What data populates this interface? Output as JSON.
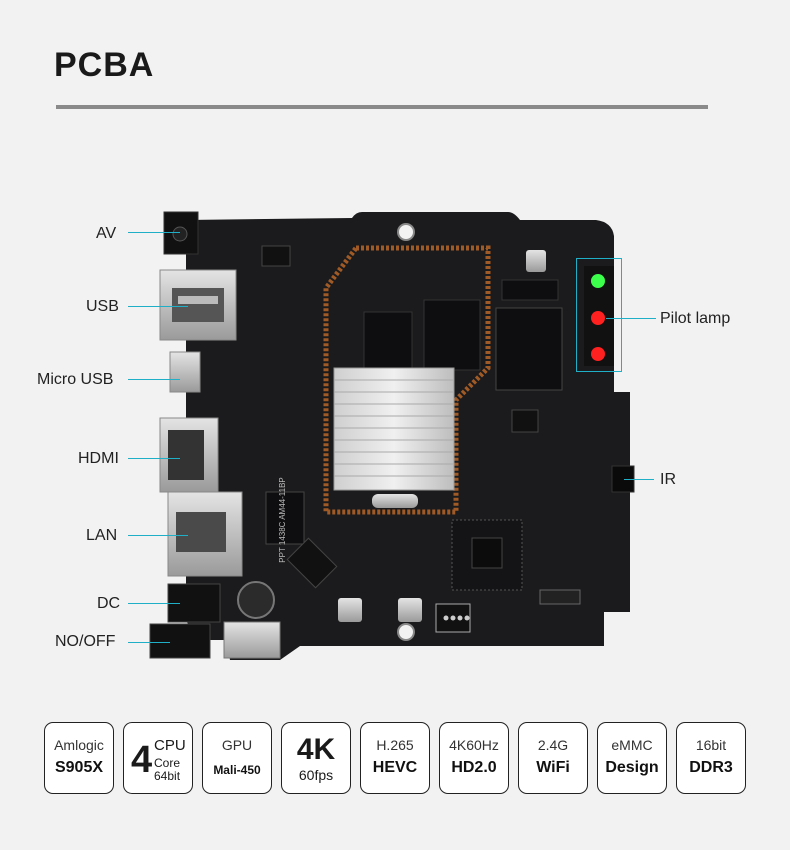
{
  "title": "PCBA",
  "labels": {
    "av": "AV",
    "usb": "USB",
    "micro_usb": "Micro USB",
    "hdmi": "HDMI",
    "lan": "LAN",
    "dc": "DC",
    "no_off": "NO/OFF",
    "pilot_lamp": "Pilot lamp",
    "ir": "IR"
  },
  "board_text": {
    "chip_label": "PPT 1438C AM44-11BP"
  },
  "colors": {
    "accent": "#1fb0c8",
    "board": "#1b1b1d",
    "lamp_green": "#3cff4c",
    "lamp_red": "#ff2020"
  },
  "specs": [
    {
      "line1": "Amlogic",
      "line2": "S905X"
    },
    {
      "big": "4",
      "line1": "CPU",
      "line2": "Core",
      "line3": "64bit"
    },
    {
      "line1": "GPU",
      "line2": "Mali-450"
    },
    {
      "big": "4K",
      "sub": "60fps"
    },
    {
      "line1": "H.265",
      "line2": "HEVC"
    },
    {
      "line1": "4K60Hz",
      "line2": "HD2.0"
    },
    {
      "line1": "2.4G",
      "line2": "WiFi"
    },
    {
      "line1": "eMMC",
      "line2": "Design"
    },
    {
      "line1": "16bit",
      "line2": "DDR3"
    }
  ]
}
